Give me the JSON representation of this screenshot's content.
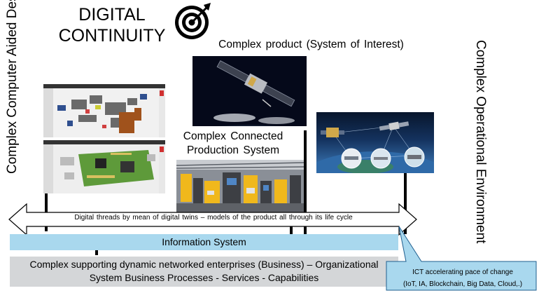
{
  "title": {
    "line1": "DIGITAL",
    "line2": "CONTINUITY"
  },
  "labels": {
    "cad_system": "Complex Computer Aided Design System",
    "product": "Complex  product (System of Interest)",
    "operational_environment": "Complex Operational Environment",
    "production_line1": "Complex  Connected",
    "production_line2": "Production System"
  },
  "arrow": {
    "text": "Digital threads by mean  of digital twins – models  of the product all through  its life cycle"
  },
  "information_system": "Information System",
  "business": {
    "line1": "Complex supporting dynamic networked enterprises (Business) – Organizational",
    "line2": "System Business Processes - Services - Capabilities"
  },
  "callout": {
    "line1": "ICT  accelerating pace of change",
    "line2": "(IoT,  IA, Blockchain,  Big Data,  Cloud,.)"
  },
  "colors": {
    "information_bar": "#a9d8ee",
    "business_bar": "#d4d6d8",
    "callout_fill": "#a9d8ee",
    "callout_border": "#1f5f8f"
  },
  "icons": [
    "target-icon"
  ]
}
